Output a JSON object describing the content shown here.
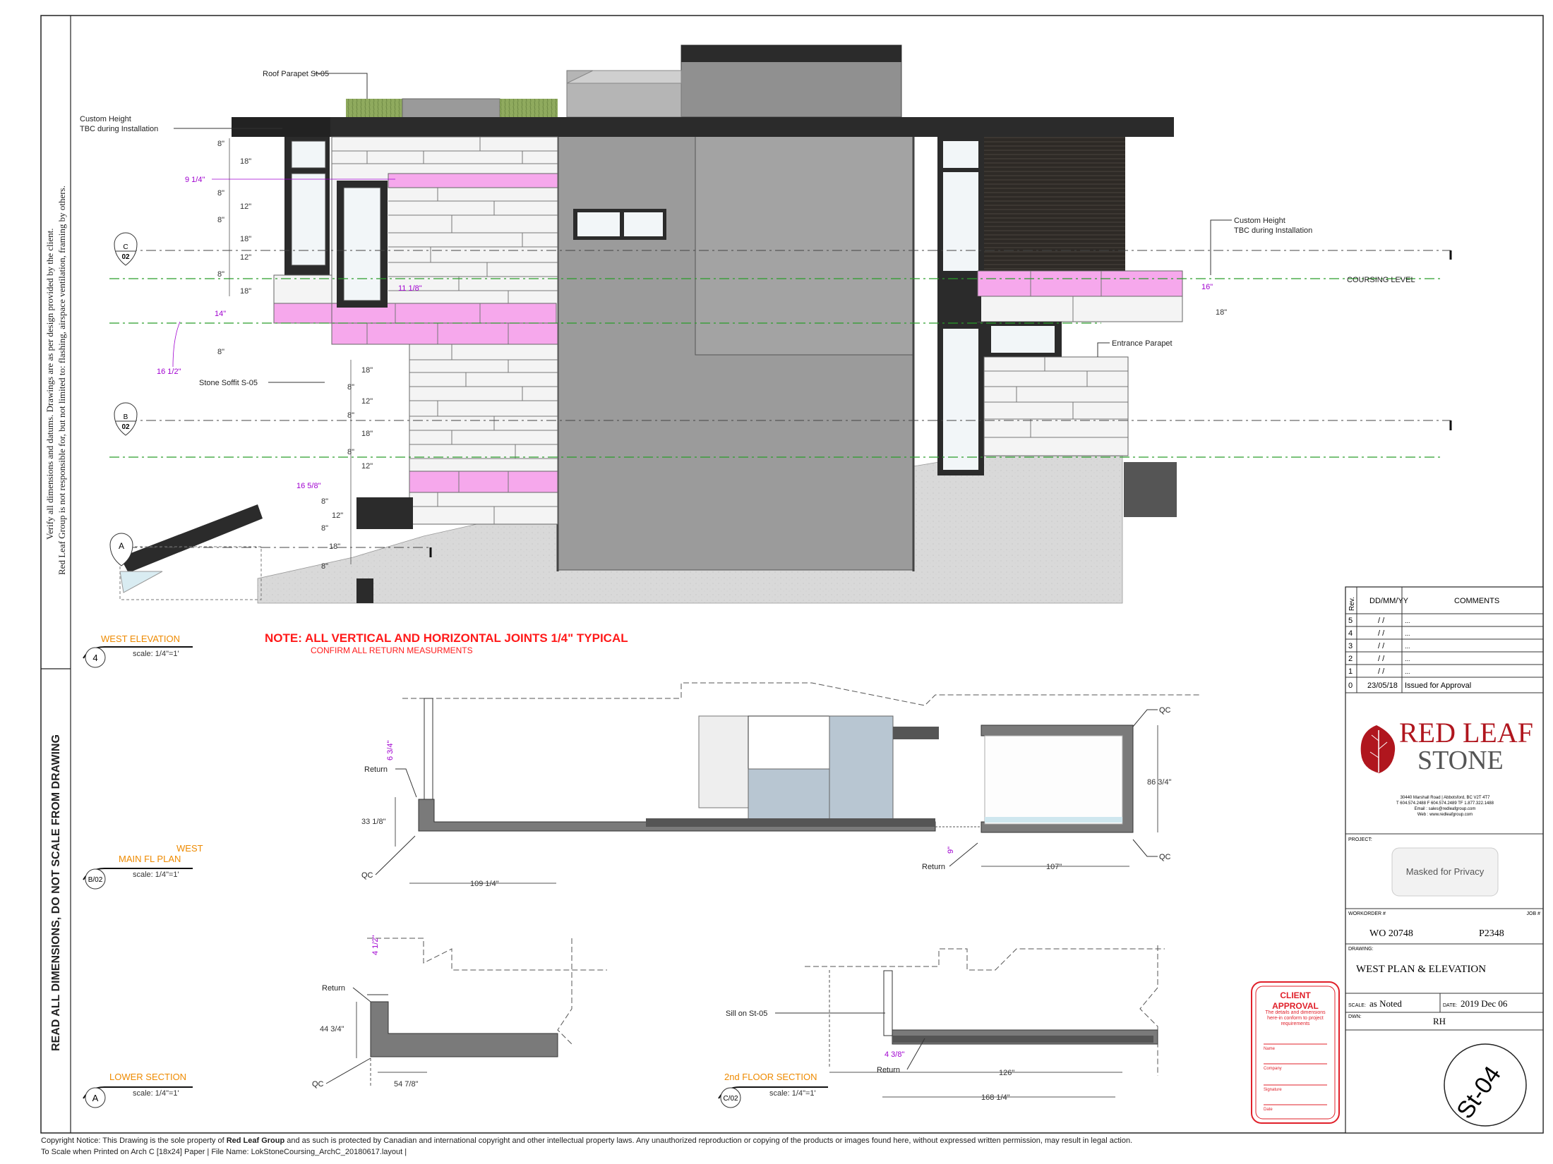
{
  "notes": {
    "side_note_1": "Verify all dimensions and datums.  Drawings are as per design provided by the client.",
    "side_note_2": "Red Leaf Group is not responsible for, but not limited to: flashing, airspace ventilation, framing by others.",
    "side_read": "READ ALL DIMENSIONS,  DO NOT SCALE FROM DRAWING",
    "main_note": "NOTE: ALL VERTICAL AND HORIZONTAL JOINTS 1/4\" TYPICAL",
    "sub_note": "CONFIRM ALL RETURN MEASURMENTS"
  },
  "elevation": {
    "labels": {
      "roof_parapet": "Roof Parapet St-05",
      "custom_height_1": "Custom Height",
      "custom_height_2": "TBC during Installation",
      "custom_height_right_1": "Custom Height",
      "custom_height_right_2": "TBC during Installation",
      "coursing_level": "COURSING LEVEL",
      "stone_soffit": "Stone Soffit S-05",
      "entrance_parapet": "Entrance Parapet"
    },
    "dims_left_upper": [
      "8\"",
      "18\"",
      "9 1/4\"",
      "8\"",
      "12\"",
      "8\"",
      "18\"",
      "12\"",
      "8\"",
      "18\"",
      "14\"",
      "8\""
    ],
    "dims_left_lower": [
      "18\"",
      "8\"",
      "12\"",
      "8\"",
      "18\"",
      "8\"",
      "12\"",
      "16 5/8\"",
      "8\"",
      "12\"",
      "8\"",
      "18\"",
      "8\""
    ],
    "dim_11_1_8": "11 1/8\"",
    "dim_16_1_2": "16 1/2\"",
    "dim_16": "16\"",
    "dim_18_right": "18\"",
    "markers": [
      {
        "top": "C",
        "bottom": "02"
      },
      {
        "top": "B",
        "bottom": "02"
      },
      {
        "top": "A",
        "bottom": ""
      }
    ]
  },
  "views": {
    "west_elevation": {
      "title": "WEST ELEVATION",
      "scale": "scale: 1/4\"=1'",
      "id": "4"
    },
    "main_fl_plan": {
      "title1": "WEST",
      "title2": "MAIN FL PLAN",
      "scale": "scale: 1/4\"=1'",
      "id": "B/02"
    },
    "lower_section": {
      "title": "LOWER SECTION",
      "scale": "scale: 1/4\"=1'",
      "id": "A"
    },
    "second_floor": {
      "title": "2nd FLOOR SECTION",
      "scale": "scale: 1/4\"=1'",
      "id": "C/02"
    }
  },
  "plan": {
    "return_top": "Return",
    "dim_6_3_4": "6 3/4\"",
    "dim_33_1_8": "33 1/8\"",
    "qc_left": "QC",
    "dim_109_1_4": "109 1/4\"",
    "return_bottom": "Return",
    "dim_9": "9\"",
    "dim_107": "107\"",
    "qc_top": "QC",
    "qc_bottom": "QC",
    "dim_86_3_4": "86 3/4\""
  },
  "lower_section": {
    "dim_4_1_2": "4 1/2\"",
    "return": "Return",
    "dim_44_3_4": "44 3/4\"",
    "qc": "QC",
    "dim_54_7_8": "54 7/8\""
  },
  "second_floor_section": {
    "sill": "Sill on St-05",
    "dim_4_3_8": "4 3/8\"",
    "return": "Return",
    "dim_126": "126\"",
    "dim_168_1_4": "168 1/4\""
  },
  "revisions": {
    "headers": {
      "rev": "Rev.",
      "date": "DD/MM/YY",
      "comments": "COMMENTS"
    },
    "rows": [
      {
        "rev": "5",
        "date": "/   /",
        "comment": "..."
      },
      {
        "rev": "4",
        "date": "/   /",
        "comment": "..."
      },
      {
        "rev": "3",
        "date": "/   /",
        "comment": "..."
      },
      {
        "rev": "2",
        "date": "/   /",
        "comment": "..."
      },
      {
        "rev": "1",
        "date": "/   /",
        "comment": "..."
      },
      {
        "rev": "0",
        "date": "23/05/18",
        "comment": "Issued for Approval"
      }
    ]
  },
  "company": {
    "name1": "RED LEAF",
    "name2": "STONE",
    "address1": "30440 Marshall Road | Abbotsford, BC V2T 4T7",
    "address2": "T 604.574.2488 F 604.574.2489 TF 1.877.322.1488",
    "address3": "Email : sales@redleafgroup.com",
    "address4": "Web : www.redleafgroup.com",
    "logo_color": "#b0161e"
  },
  "titleblock": {
    "project_label": "PROJECT:",
    "project_value": "Masked for Privacy",
    "workorder_label": "WORKORDER #",
    "job_label": "JOB #",
    "workorder_value": "WO 20748",
    "job_value": "P2348",
    "drawing_label": "DRAWING:",
    "drawing_value": "WEST PLAN & ELEVATION",
    "scale_label": "SCALE:",
    "scale_value": "as Noted",
    "date_label": "DATE:",
    "date_value": "2019 Dec 06",
    "dwn_label": "DWN:",
    "dwn_value": "RH",
    "sheet": "St-04"
  },
  "approval": {
    "title1": "CLIENT",
    "title2": "APPROVAL",
    "text": "The details and dimensions here-in conform to project requirements",
    "name": "Name",
    "company": "Company",
    "signature": "Signature",
    "date": "Date",
    "color": "#e0202a"
  },
  "footer": {
    "copyright_a": "Copyright Notice:  This Drawing is the sole property of ",
    "copyright_b": "Red Leaf Group",
    "copyright_c": " and as such is protected by Canadian and international copyright and other intellectual property laws.  Any unauthorized reproduction or copying of the products or images found here, without expressed written permission, may result in legal action.",
    "line2": "To Scale when Printed on Arch C [18x24] Paper  |  File Name: LokStoneCoursing_ArchC_20180617.layout  |"
  },
  "colors": {
    "pink": "#f6a8ec",
    "purple_dim": "#a000d0",
    "green_dash": "#2a9d2a",
    "note_red": "#ff1a1a",
    "label_orange": "#ee8a00",
    "concrete": "#a6a6a6",
    "dark": "#2b2b2b"
  }
}
